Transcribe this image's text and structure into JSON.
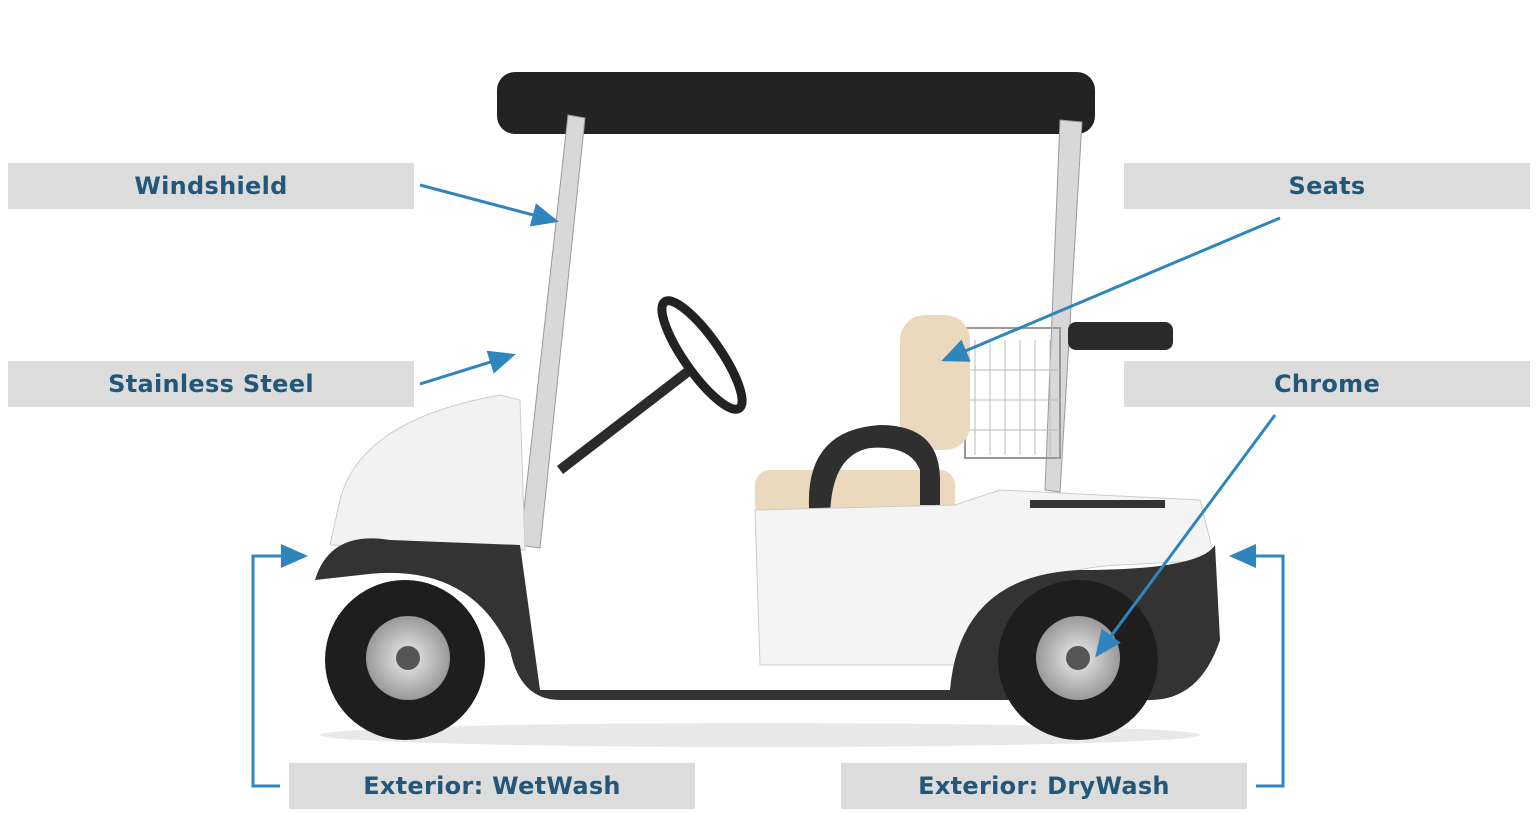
{
  "labels": {
    "windshield": "Windshield",
    "stainless_steel": "Stainless Steel",
    "seats": "Seats",
    "chrome": "Chrome",
    "exterior_wetwash": "Exterior: WetWash",
    "exterior_drywash": "Exterior: DryWash"
  },
  "colors": {
    "label_bg": "#dcdcdc",
    "label_text": "#22577a",
    "arrow": "#2f86bd"
  }
}
